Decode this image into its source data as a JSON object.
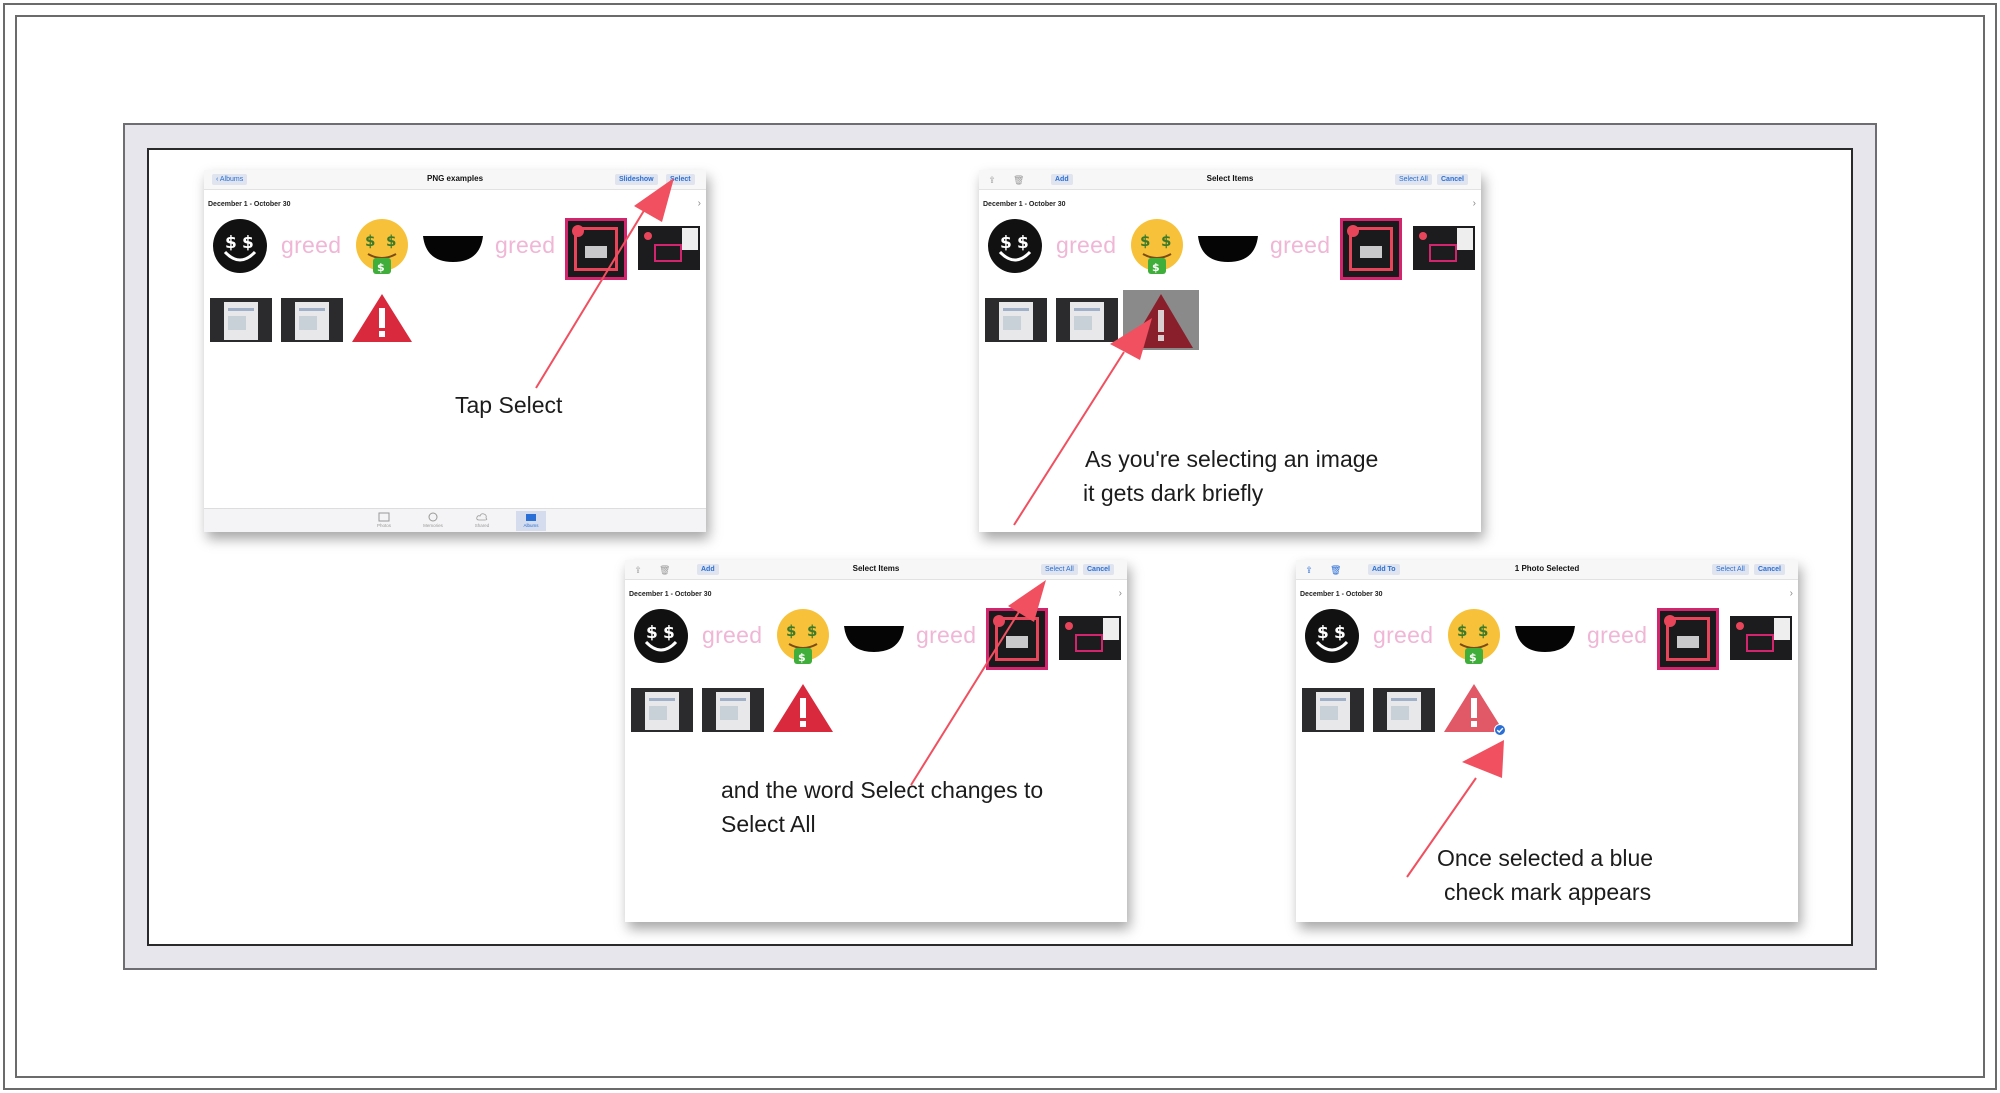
{
  "common": {
    "date_range": "December 1 - October 30",
    "greed": "greed"
  },
  "shot1": {
    "back_label": "Albums",
    "title": "PNG examples",
    "slideshow_label": "Slideshow",
    "select_label": "Select",
    "tabs": [
      "Photos",
      "Memories",
      "Shared",
      "Albums"
    ]
  },
  "shot2": {
    "add_label": "Add",
    "title": "Select Items",
    "select_all_label": "Select All",
    "cancel_label": "Cancel"
  },
  "shot3": {
    "add_label": "Add",
    "title": "Select Items",
    "select_all_label": "Select All",
    "cancel_label": "Cancel"
  },
  "shot4": {
    "add_to_label": "Add To",
    "title": "1 Photo Selected",
    "select_all_label": "Select All",
    "cancel_label": "Cancel"
  },
  "annotations": {
    "tap_select": "Tap Select",
    "selecting_line1": "As you're selecting an image",
    "selecting_line2": "it gets dark briefly",
    "word_line1": "and the word Select changes to",
    "word_line2": "Select All",
    "check_line1": "Once selected a blue",
    "check_line2": "check mark appears"
  },
  "colors": {
    "accent": "#2a6fd6",
    "arrow": "#f0505f",
    "greed_pink": "#f0b6d6",
    "frame": "#6b6b6b"
  }
}
